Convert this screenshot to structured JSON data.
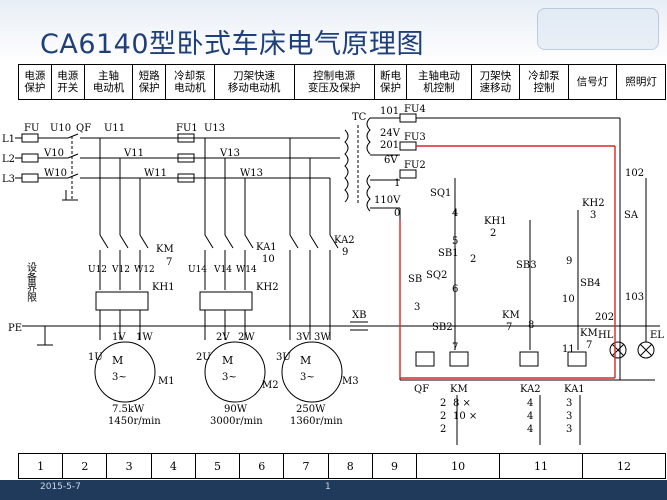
{
  "title": "CA6140型卧式车床电气原理图",
  "header_cells": [
    [
      "电源",
      "保护"
    ],
    [
      "电源",
      "开关"
    ],
    [
      "主轴",
      "电动机"
    ],
    [
      "短路",
      "保护"
    ],
    [
      "冷却泵",
      "电动机"
    ],
    [
      "刀架快速",
      "移动电动机"
    ],
    [
      "控制电源",
      "变压及保护"
    ],
    [
      "断电",
      "保护"
    ],
    [
      "主轴电动",
      "机控制"
    ],
    [
      "刀架快",
      "速移动"
    ],
    [
      "冷却泵",
      "控制"
    ],
    [
      "信号灯"
    ],
    [
      "照明灯"
    ]
  ],
  "footer_cells": [
    "1",
    "2",
    "3",
    "4",
    "5",
    "6",
    "7",
    "8",
    "9",
    "10",
    "11",
    "12"
  ],
  "slide_date": "2015-5-7",
  "slide_page": "1",
  "labels": {
    "L1": "L1",
    "L2": "L2",
    "L3": "L3",
    "FU": "FU",
    "QF": "QF",
    "U10": "U10",
    "V10": "V10",
    "W10": "W10",
    "U11": "U11",
    "V11": "V11",
    "W11": "W11",
    "FU1": "FU1",
    "U13": "U13",
    "V13": "V13",
    "W13": "W13",
    "TC": "TC",
    "n101": "101",
    "v24": "24V",
    "n201": "201",
    "v6": "6V",
    "n1": "1",
    "v110": "110V",
    "n0": "0",
    "FU4": "FU4",
    "FU3": "FU3",
    "FU2": "FU2",
    "n102": "102",
    "n103": "103",
    "n202": "202",
    "KM": "KM",
    "n7a": "7",
    "KA1": "KA1",
    "n10": "10",
    "KA2": "KA2",
    "n9": "9",
    "U12": "U12",
    "V12": "V12",
    "W12": "W12",
    "U14": "U14",
    "V14": "V14",
    "W14": "W14",
    "KH1": "KH1",
    "KH2": "KH2",
    "PE": "PE",
    "XB": "XB",
    "equip": "设备界限",
    "M1": "M1",
    "M2": "M2",
    "M3": "M3",
    "m": "M",
    "m3": "3~",
    "U1": "1U",
    "V1": "1V",
    "W1": "1W",
    "U2": "2U",
    "V2": "2V",
    "W2": "2W",
    "U3": "3U",
    "V3": "3V",
    "W3": "3W",
    "p1": "7.5kW",
    "s1": "1450r/min",
    "p2": "90W",
    "s2": "3000r/min",
    "p3": "250W",
    "s3": "1360r/min",
    "SQ1": "SQ1",
    "n4": "4",
    "KH1c": "KH1",
    "n2c": "2",
    "n5": "5",
    "SB1": "SB1",
    "n2b": "2",
    "SB": "SB",
    "SQ2": "SQ2",
    "n6": "6",
    "n3": "3",
    "SB2": "SB2",
    "KMc": "KM",
    "n7c": "7",
    "SB3": "SB3",
    "n8": "8",
    "KH2c": "KH2",
    "n3b": "3",
    "SB4": "SB4",
    "n9c": "9",
    "n10c": "10",
    "KMd": "KM",
    "n7d": "7",
    "n11": "11",
    "SA": "SA",
    "HL": "HL",
    "EL": "EL",
    "QFc": "QF",
    "KMe": "KM",
    "KA2c": "KA2",
    "KA1c": "KA1",
    "n7e": "7"
  },
  "contact_table": [
    [
      "2",
      "2",
      "2"
    ],
    [
      "8 ×",
      "10 ×"
    ],
    [
      "4",
      "4",
      "4"
    ],
    [
      "3",
      "3",
      "3"
    ]
  ]
}
